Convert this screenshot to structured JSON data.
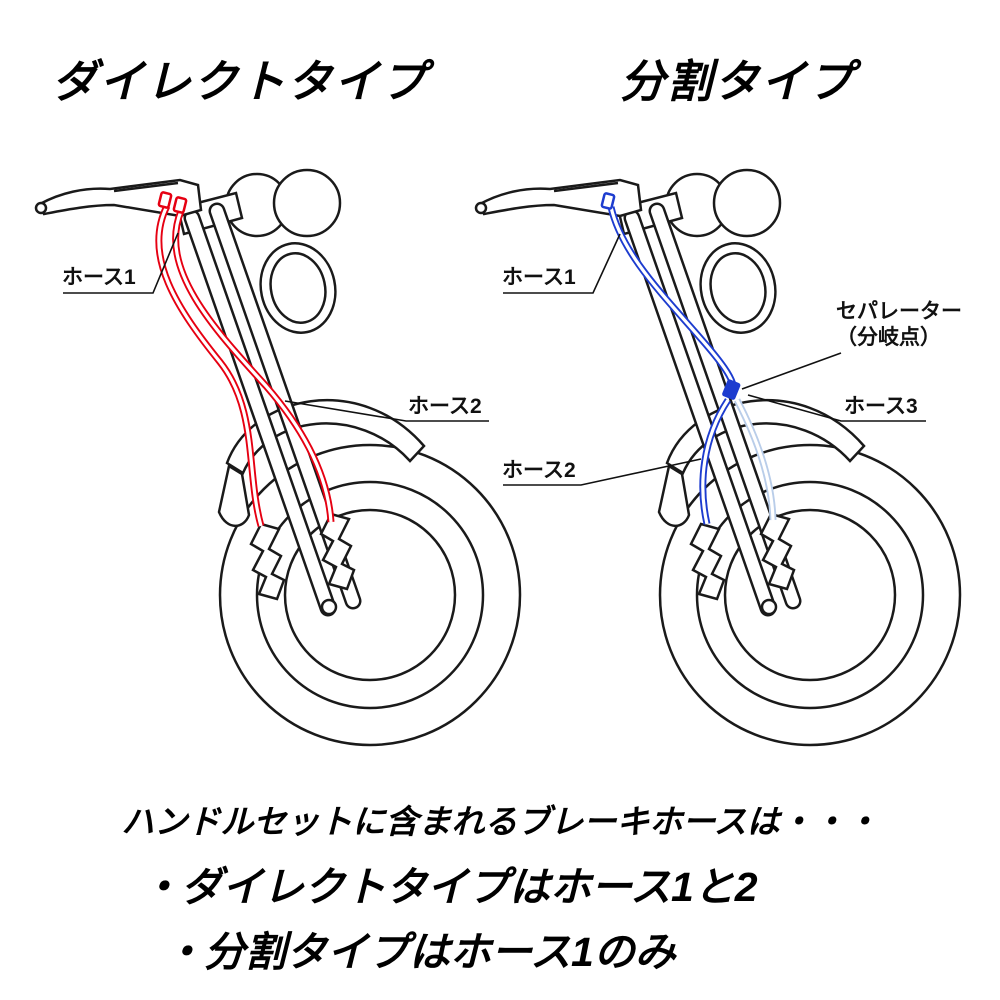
{
  "header": {
    "left_title": "ダイレクトタイプ",
    "right_title": "分割タイプ"
  },
  "diagram": {
    "left": {
      "hose1_label": "ホース1",
      "hose2_label": "ホース2",
      "hose_color": "#e60012"
    },
    "right": {
      "hose1_label": "ホース1",
      "hose2_label": "ホース2",
      "hose3_label": "ホース3",
      "separator_label_line1": "セパレーター",
      "separator_label_line2": "（分岐点）",
      "hose_color": "#1d3ccf",
      "pale_hose_color": "#b9cde9"
    }
  },
  "footer": {
    "intro": "ハンドルセットに含まれるブレーキホースは・・・",
    "bullet_direct": "・ダイレクトタイプはホース1と2",
    "bullet_split": "・分割タイプはホース1のみ"
  },
  "colors": {
    "line_art": "#1a1a1a",
    "label_text": "#111111"
  }
}
